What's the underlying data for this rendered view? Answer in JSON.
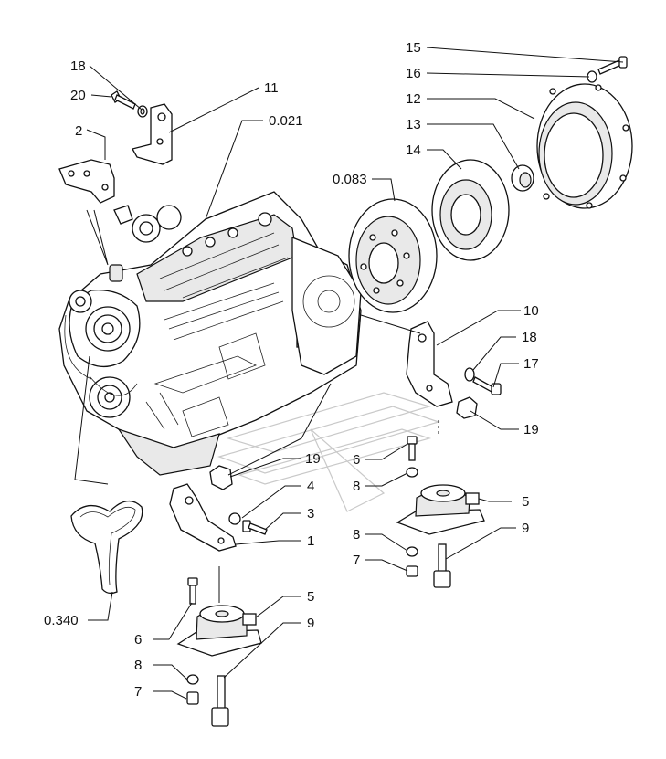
{
  "callouts": [
    {
      "id": "c18a",
      "text": "18"
    },
    {
      "id": "c20",
      "text": "20"
    },
    {
      "id": "c11",
      "text": "11"
    },
    {
      "id": "c2",
      "text": "2"
    },
    {
      "id": "c0021",
      "text": "0.021"
    },
    {
      "id": "c15",
      "text": "15"
    },
    {
      "id": "c16",
      "text": "16"
    },
    {
      "id": "c12",
      "text": "12"
    },
    {
      "id": "c13",
      "text": "13"
    },
    {
      "id": "c14",
      "text": "14"
    },
    {
      "id": "c0083",
      "text": "0.083"
    },
    {
      "id": "c10",
      "text": "10"
    },
    {
      "id": "c18b",
      "text": "18"
    },
    {
      "id": "c17",
      "text": "17"
    },
    {
      "id": "c19a",
      "text": "19"
    },
    {
      "id": "c19b",
      "text": "19"
    },
    {
      "id": "c6a",
      "text": "6"
    },
    {
      "id": "c8a",
      "text": "8"
    },
    {
      "id": "c5a",
      "text": "5"
    },
    {
      "id": "c4",
      "text": "4"
    },
    {
      "id": "c3",
      "text": "3"
    },
    {
      "id": "c1",
      "text": "1"
    },
    {
      "id": "c8b",
      "text": "8"
    },
    {
      "id": "c9a",
      "text": "9"
    },
    {
      "id": "c7a",
      "text": "7"
    },
    {
      "id": "c0340",
      "text": "0.340"
    },
    {
      "id": "c5b",
      "text": "5"
    },
    {
      "id": "c9b",
      "text": "9"
    },
    {
      "id": "c6b",
      "text": "6"
    },
    {
      "id": "c8c",
      "text": "8"
    },
    {
      "id": "c7b",
      "text": "7"
    }
  ]
}
